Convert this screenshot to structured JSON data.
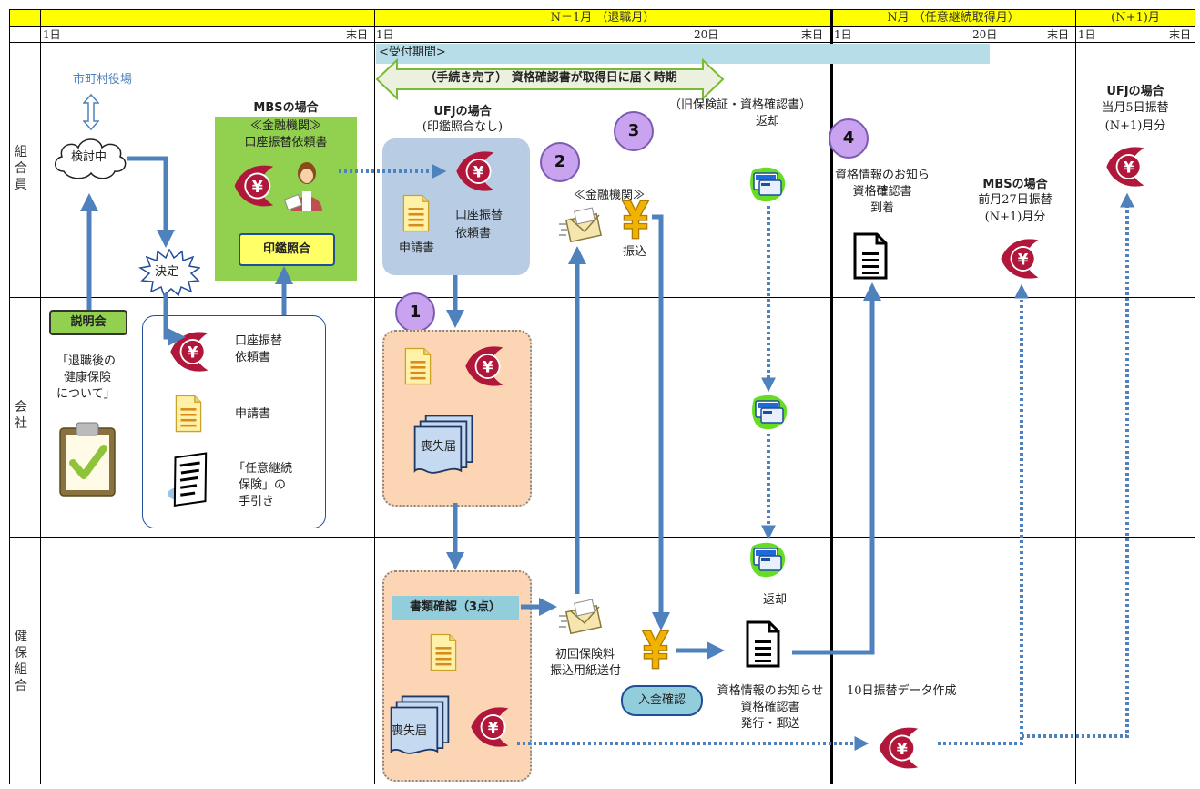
{
  "header": {
    "period_nminus1": "N－1月 （退職月）",
    "period_n": "N月 （任意継続取得月）",
    "period_nplus1": "(N+1)月"
  },
  "subheader": {
    "day1": "1日",
    "day20": "20日",
    "end": "末日"
  },
  "lanes": {
    "member": "組合員",
    "company": "会社",
    "kenpo": "健保組合"
  },
  "banners": {
    "accept_period": "<受付期間>",
    "complete": "（手続き完了） 資格確認書が取得日に届く時期"
  },
  "member": {
    "city_office": "市町村役場",
    "considering": "検討中",
    "decision": "決定",
    "mbs_title": "MBSの場合",
    "mbs_bank": "≪金融機関≫",
    "mbs_form": "口座振替依頼書",
    "seal_check": "印鑑照合",
    "ufj_title": "UFJの場合",
    "ufj_note": "(印鑑照合なし)",
    "application": "申請書",
    "transfer_form_l1": "口座振替",
    "transfer_form_l2": "依頼書",
    "bank": "≪金融機関≫",
    "pay_in": "振込",
    "return_header": "（旧保険証・資格確認書）",
    "return": "返却",
    "notice_l1": "資格情報のお知らせ",
    "notice_l2": "資格確認書",
    "notice_l3": "到着",
    "mbs2_title": "MBSの場合",
    "mbs2_l1": "前月27日振替",
    "mbs2_l2": "(N+1)月分",
    "ufj2_title": "UFJの場合",
    "ufj2_l1": "当月5日振替",
    "ufj2_l2": "(N+1)月分",
    "step2": "2",
    "step3": "3",
    "step4": "4"
  },
  "company": {
    "briefing": "説明会",
    "briefing_l1": "「退職後の",
    "briefing_l2": "健康保険",
    "briefing_l3": "について」",
    "transfer_l1": "口座振替",
    "transfer_l2": "依頼書",
    "application": "申請書",
    "guide_l1": "「任意継続",
    "guide_l2": "保険」の",
    "guide_l3": "手引き",
    "loss_notice": "喪失届",
    "step1": "1"
  },
  "kenpo": {
    "doc_check": "書類確認（3点）",
    "loss_notice": "喪失届",
    "first_premium_l1": "初回保険料",
    "first_premium_l2": "振込用紙送付",
    "payment_check": "入金確認",
    "return": "返却",
    "issue_l1": "資格情報のお知らせ",
    "issue_l2": "資格確認書",
    "issue_l3": "発行・郵送",
    "transfer_data": "10日振替データ作成"
  },
  "colors": {
    "header_yellow": "#ffff00",
    "arrow_blue": "#4f81bd",
    "step_purple": "#c9a3ef",
    "mbs_green": "#92d050",
    "ufj_box": "#b8cce4",
    "company_box": "#fcd5b4",
    "banner_cyan": "#b7dde8",
    "banner_green": "#ebf1de",
    "yen_red": "#b0173a"
  },
  "icons": [
    "yen-bank-icon",
    "document-icon",
    "envelope-icon",
    "yen-coin-icon",
    "card-icon",
    "clipboard-icon",
    "receipt-icon",
    "stacked-docs-icon",
    "cloud-icon",
    "burst-icon"
  ]
}
